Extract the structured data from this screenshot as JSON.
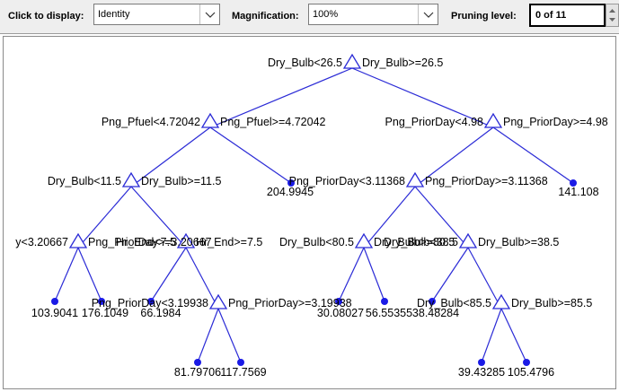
{
  "toolbar": {
    "display_label": "Click to display:",
    "display_value": "Identity",
    "magnification_label": "Magnification:",
    "magnification_value": "100%",
    "pruning_label": "Pruning level:",
    "pruning_value": "0 of 11"
  },
  "colors": {
    "tree": "#2b2bd6",
    "leaf": "#1a1ae6",
    "toolbar_bg": "#eeeeee"
  },
  "tree": {
    "nodes": [
      {
        "id": "n1",
        "left": "Dry_Bulb<26.5",
        "right": "Dry_Bulb>=26.5"
      },
      {
        "id": "n2",
        "left": "Png_Pfuel<4.72042",
        "right": "Png_Pfuel>=4.72042"
      },
      {
        "id": "n3",
        "left": "Png_PriorDay<4.98",
        "right": "Png_PriorDay>=4.98"
      },
      {
        "id": "n4",
        "left": "Dry_Bulb<11.5",
        "right": "Dry_Bulb>=11.5"
      },
      {
        "id": "n5",
        "left": "Png_PriorDay<3.11368",
        "right": "Png_PriorDay>=3.11368"
      },
      {
        "id": "n6",
        "left": "y<3.20667",
        "right": "Png_PriorDay>=3.20667"
      },
      {
        "id": "n7",
        "left": "Hr_End<7.5",
        "right": "Hr_End>=7.5"
      },
      {
        "id": "n8",
        "left": "Dry_Bulb<80.5",
        "right": "Dry_Bulb>=80.5"
      },
      {
        "id": "n9",
        "left": "Dry_Bulb<38.5",
        "right": "Dry_Bulb>=38.5"
      },
      {
        "id": "n10",
        "left": "Png_PriorDay<3.19938",
        "right": "Png_PriorDay>=3.19938"
      },
      {
        "id": "n11",
        "left": "Dry_Bulb<85.5",
        "right": "Dry_Bulb>=85.5"
      }
    ],
    "leaves": [
      {
        "id": "l1",
        "value": "204.9945"
      },
      {
        "id": "l2",
        "value": "141.108"
      },
      {
        "id": "l3",
        "value": "103.9041"
      },
      {
        "id": "l4",
        "value": "176.1049"
      },
      {
        "id": "l5",
        "value": "66.1984"
      },
      {
        "id": "l6",
        "value": "30.08027"
      },
      {
        "id": "l7",
        "value": "56.55355"
      },
      {
        "id": "l8",
        "value": "38.48284"
      },
      {
        "id": "l9",
        "value": "81.79706"
      },
      {
        "id": "l10",
        "value": "117.7569"
      },
      {
        "id": "l11",
        "value": "39.43285"
      },
      {
        "id": "l12",
        "value": "105.4796"
      }
    ]
  }
}
